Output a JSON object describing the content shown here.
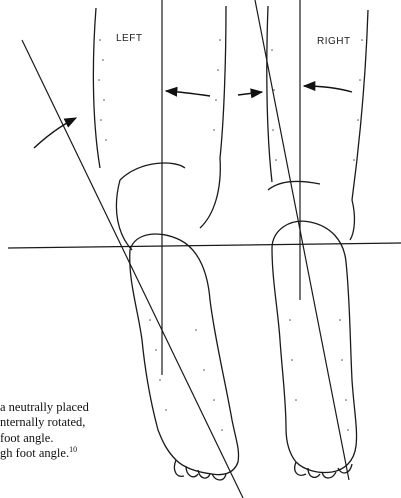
{
  "labels": {
    "left": "LEFT",
    "right": "RIGHT"
  },
  "caption": {
    "lines": [
      "a neutrally placed",
      "nternally rotated,",
      "foot angle.",
      "gh foot angle."
    ],
    "reference": "10"
  },
  "colors": {
    "line": "#1a1a1a",
    "stipple": "#555555",
    "background": "#ffffff"
  }
}
